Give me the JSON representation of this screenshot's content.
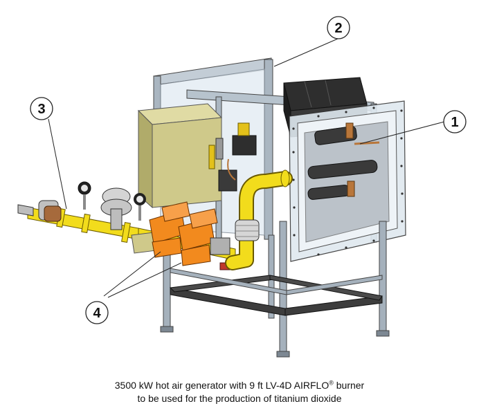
{
  "callouts": [
    "1",
    "2",
    "3",
    "4"
  ],
  "caption": {
    "line1_main": "3500 kW hot air generator with 9 ft LV-4D AIRFLO",
    "line1_sup": "®",
    "line1_tail": " burner",
    "line2": "to be used for the production of titanium dioxide"
  },
  "colors": {
    "frame": "#9aa7b4",
    "frame_dark": "#5f6b77",
    "panel": "#d7e3ee",
    "cabinet": "#cfc98a",
    "cabinet_dark": "#a8a362",
    "pipe_yellow": "#f2dc1c",
    "pipe_dark": "#8c7d10",
    "valve_orange": "#f28a1e",
    "black": "#2c2c2c",
    "copper": "#b8763a"
  }
}
